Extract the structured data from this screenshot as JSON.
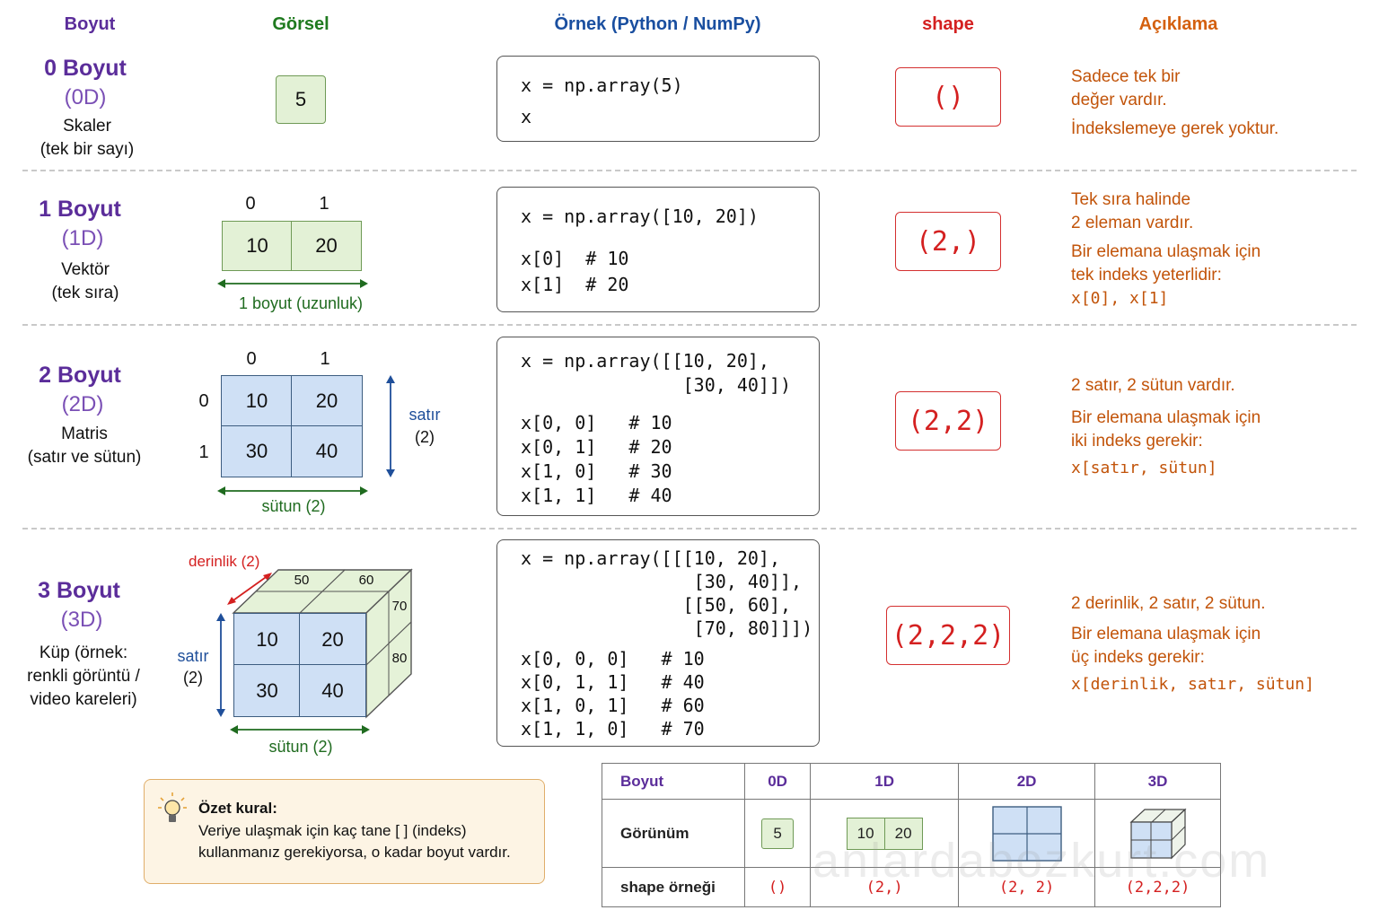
{
  "headers": {
    "boyut": "Boyut",
    "gorsel": "Görsel",
    "ornek": "Örnek (Python / NumPy)",
    "shape": "shape",
    "aciklama": "Açıklama"
  },
  "colors": {
    "purple": "#5b2d9a",
    "green": "#1f7a1f",
    "blue": "#1a4fa0",
    "red": "#d42020",
    "orange": "#c2540a"
  },
  "rows": [
    {
      "title": "0 Boyut",
      "sub": "(0D)",
      "desc": [
        "Skaler",
        "(tek bir sayı)"
      ],
      "cells": [
        "5"
      ],
      "code": [
        "x = np.array(5)",
        "x"
      ],
      "shape": "()",
      "explain": [
        "Sadece tek bir",
        "değer vardır.",
        "İndekslemeye gerek yoktur."
      ]
    },
    {
      "title": "1 Boyut",
      "sub": "(1D)",
      "desc": [
        "Vektör",
        "(tek sıra)"
      ],
      "indices": [
        "0",
        "1"
      ],
      "cells": [
        "10",
        "20"
      ],
      "axis_label": "1 boyut (uzunluk)",
      "code": [
        "x = np.array([10, 20])",
        "x[0]  # 10",
        "x[1]  # 20"
      ],
      "shape": "(2,)",
      "explain": [
        "Tek sıra halinde",
        "2 eleman vardır.",
        "Bir elemana ulaşmak için",
        "tek indeks yeterlidir:",
        "x[0], x[1]"
      ]
    },
    {
      "title": "2 Boyut",
      "sub": "(2D)",
      "desc": [
        "Matris",
        "(satır ve sütun)"
      ],
      "col_indices": [
        "0",
        "1"
      ],
      "row_indices": [
        "0",
        "1"
      ],
      "cells": [
        "10",
        "20",
        "30",
        "40"
      ],
      "row_label": "satır",
      "row_count": "(2)",
      "col_label": "sütun (2)",
      "code": [
        "x = np.array([[10, 20],",
        "               [30, 40]])",
        "x[0, 0]   # 10",
        "x[0, 1]   # 20",
        "x[1, 0]   # 30",
        "x[1, 1]   # 40"
      ],
      "shape": "(2,2)",
      "explain": [
        "2 satır, 2 sütun vardır.",
        "Bir elemana ulaşmak için",
        "iki indeks gerekir:",
        "x[satır, sütun]"
      ]
    },
    {
      "title": "3 Boyut",
      "sub": "(3D)",
      "desc": [
        "Küp (örnek:",
        "renkli görüntü /",
        "video kareleri)"
      ],
      "front_cells": [
        "10",
        "20",
        "30",
        "40"
      ],
      "back_cells": [
        "50",
        "60",
        "70",
        "80"
      ],
      "depth_label": "derinlik (2)",
      "row_label": "satır",
      "row_count": "(2)",
      "col_label": "sütun (2)",
      "code": [
        "x = np.array([[[10, 20],",
        "                [30, 40]],",
        "               [[50, 60],",
        "                [70, 80]]])",
        "x[0, 0, 0]   # 10",
        "x[0, 1, 1]   # 40",
        "x[1, 0, 1]   # 60",
        "x[1, 1, 0]   # 70"
      ],
      "shape": "(2,2,2)",
      "explain": [
        "2 derinlik, 2 satır, 2 sütun.",
        "Bir elemana ulaşmak için",
        "üç indeks gerekir:",
        "x[derinlik, satır, sütun]"
      ]
    }
  ],
  "summary_rule": {
    "title": "Özet kural:",
    "line1": "Veriye ulaşmak için kaç tane [ ] (indeks)",
    "line2": "kullanmanız gerekiyorsa, o kadar boyut vardır."
  },
  "table": {
    "head": [
      "Boyut",
      "0D",
      "1D",
      "2D",
      "3D"
    ],
    "row_view": "Görünüm",
    "view_0d": "5",
    "view_1d": [
      "10",
      "20"
    ],
    "row_shape": "shape örneği",
    "shapes": [
      "()",
      "(2,)",
      "(2, 2)",
      "(2,2,2)"
    ]
  },
  "watermark": "anlardabozkurt.com"
}
